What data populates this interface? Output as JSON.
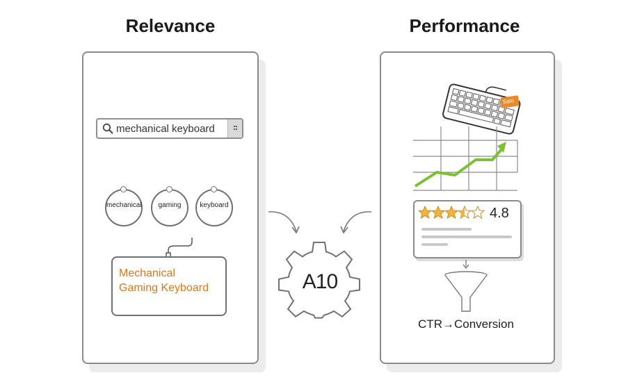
{
  "headings": {
    "left": "Relevance",
    "right": "Performance"
  },
  "relevance": {
    "search": {
      "query": "mechanical keyboard"
    },
    "keywords": [
      "mechanical",
      "gaming",
      "keyboard"
    ],
    "product_title": [
      "Mechanical",
      "Gaming Keyboard"
    ]
  },
  "engine": {
    "label": "A10"
  },
  "performance": {
    "sale_badge": "Sale",
    "rating": {
      "value": "4.8",
      "stars_filled": 3.5,
      "stars_total": 5
    },
    "funnel_label": "CTR→Conversion"
  },
  "colors": {
    "accent_orange": "#e88a2a",
    "trend_green": "#7ac231",
    "star_gold": "#f2b43c",
    "outline_gray": "#707070"
  },
  "icons": [
    "search-icon",
    "keyboard-icon",
    "sale-tag-icon",
    "trend-arrow-icon",
    "star-icon",
    "gear-icon",
    "funnel-icon",
    "curved-arrow-icon"
  ]
}
